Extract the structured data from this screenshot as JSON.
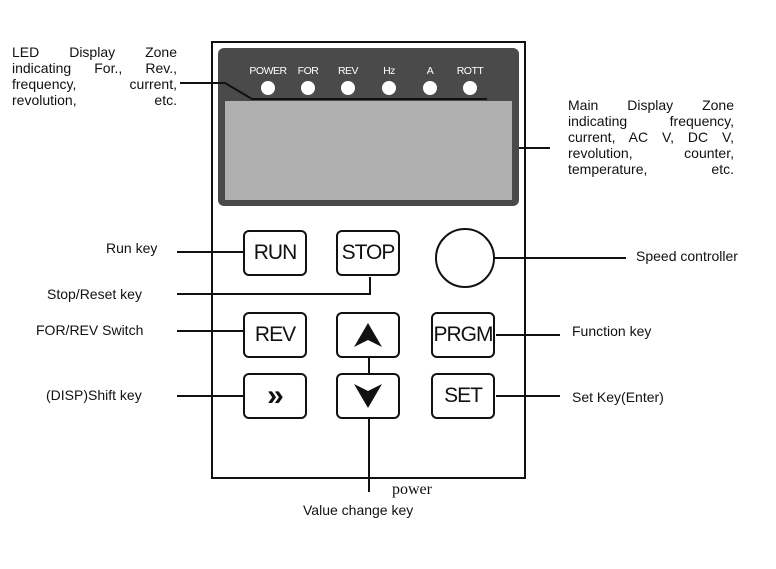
{
  "callouts": {
    "led_zone": [
      "LED Display Zone",
      "indicating For., Rev.,",
      "frequency, current,",
      "revolution, etc."
    ],
    "main_display": [
      "Main Display Zone",
      "indicating frequency,",
      "current, AC V, DC V,",
      "revolution, counter,",
      "temperature, etc."
    ],
    "run_key": "Run key",
    "stop_reset_key": "Stop/Reset  key",
    "for_rev_switch": "FOR/REV Switch",
    "shift_key": "(DISP)Shift key",
    "speed_controller": "Speed controller",
    "function_key": "Function key",
    "set_key": "Set Key(Enter)",
    "power": "power",
    "value_change_key": "Value change key"
  },
  "leds": [
    "POWER",
    "FOR",
    "REV",
    "Hz",
    "A",
    "ROTT"
  ],
  "keys": {
    "run": "RUN",
    "stop": "STOP",
    "rev": "REV",
    "prgm": "PRGM",
    "shift": "»",
    "set": "SET"
  },
  "colors": {
    "panel": "#4a4a4a",
    "screen": "#b0b0b0",
    "led": "#ffffff"
  }
}
